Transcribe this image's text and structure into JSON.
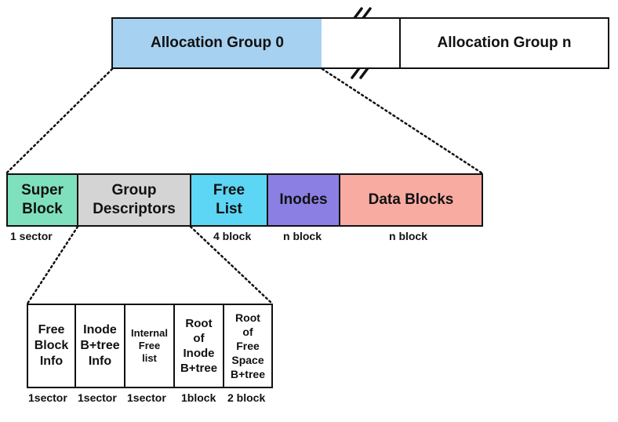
{
  "top_row": {
    "group_0": "Allocation Group 0",
    "group_n": "Allocation Group n"
  },
  "group_layout": [
    {
      "label": "Super\nBlock",
      "size": "1 sector",
      "color": "#7fe0bd"
    },
    {
      "label": "Group\nDescriptors",
      "size": "",
      "color": "#d4d4d4"
    },
    {
      "label": "Free\nList",
      "size": "4 block",
      "color": "#5dd5f5"
    },
    {
      "label": "Inodes",
      "size": "n block",
      "color": "#8c7fe3"
    },
    {
      "label": "Data Blocks",
      "size": "n block",
      "color": "#f7aba1"
    }
  ],
  "descriptor_fields": [
    {
      "label": "Free\nBlock\nInfo",
      "size": "1sector"
    },
    {
      "label": "Inode\nB+tree\nInfo",
      "size": "1sector"
    },
    {
      "label": "Internal\nFree\nlist",
      "size": "1sector"
    },
    {
      "label": "Root\nof\nInode\nB+tree",
      "size": "1block"
    },
    {
      "label": "Root\nof\nFree\nSpace\nB+tree",
      "size": "2 block"
    }
  ],
  "colors": {
    "group_0": "#a7d1f0"
  }
}
